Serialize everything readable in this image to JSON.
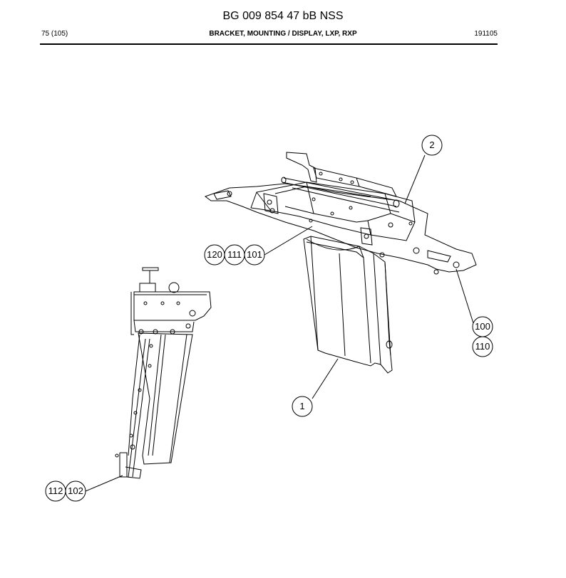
{
  "header": {
    "title": "BG 009 854 47 bB NSS",
    "page_ref": "75 (105)",
    "subtitle": "BRACKET, MOUNTING / DISPLAY, LXP, RXP",
    "date_code": "191105"
  },
  "callouts": {
    "c2": "2",
    "c120": "120",
    "c111": "111",
    "c101": "101",
    "c100": "100",
    "c110": "110",
    "c1": "1",
    "c112": "112",
    "c102": "102"
  }
}
